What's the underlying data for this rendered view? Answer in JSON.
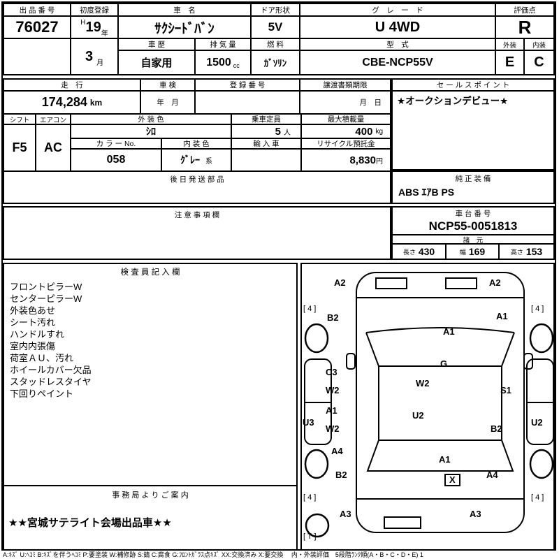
{
  "top": {
    "auction_no_label": "出 品 番 号",
    "auction_no": "76027",
    "first_reg_label": "初度登録",
    "first_reg_era": "H",
    "first_reg_year": "19",
    "first_reg_year_unit": "年",
    "first_reg_month": "3",
    "first_reg_month_unit": "月",
    "car_name_label": "車　名",
    "car_name": "ｻｸｼｰﾄﾞﾊﾞﾝ",
    "door_label": "ドア形状",
    "door": "5V",
    "grade_label": "グ　レ　ー　ド",
    "grade": "U 4WD",
    "score_label": "評価点",
    "score": "R",
    "history_label": "車 歴",
    "history": "自家用",
    "displacement_label": "排 気 量",
    "displacement": "1500",
    "displacement_unit": "cc",
    "fuel_label": "燃 料",
    "fuel": "ｶﾞｿﾘﾝ",
    "model_label": "型　式",
    "model": "CBE-NCP55V",
    "exterior_label": "外装",
    "exterior_score": "E",
    "interior_label": "内装",
    "interior_score": "C"
  },
  "mileage": {
    "label": "走　行",
    "value": "174,284",
    "unit": "km",
    "inspection_label": "車 検",
    "inspection_value": "年　月",
    "reg_no_label": "登 録 番 号",
    "transfer_label": "譲渡書類期限",
    "transfer_value": "月　日"
  },
  "sales_point": {
    "label": "セ ー ル ス ポ イ ン ト",
    "value": "★オークションデビュー★"
  },
  "spec_row": {
    "shift_label": "シフト",
    "shift": "F5",
    "aircon_label": "エアコン",
    "aircon": "AC",
    "ext_color_label": "外 装 色",
    "ext_color": "ｼﾛ",
    "capacity_label": "乗車定員",
    "capacity": "5",
    "capacity_unit": "人",
    "payload_label": "最大積載量",
    "payload": "400",
    "payload_unit": "kg",
    "color_no_label": "カ ラ ー No.",
    "color_no": "058",
    "int_color_label": "内 装 色",
    "int_color": "ｸﾞﾚｰ",
    "int_color_suffix": "系",
    "import_label": "輸 入 車",
    "recycle_label": "リサイクル預託金",
    "recycle_value": "8,830",
    "recycle_unit": "円"
  },
  "later_parts_label": "後 日 発 送 部 品",
  "equipment": {
    "label": "純 正 装 備",
    "value": "ABS ｴｱB PS"
  },
  "notes_label": "注 意 事 項 欄",
  "chassis": {
    "label": "車 台 番 号",
    "value": "NCP55-0051813"
  },
  "dimensions": {
    "label": "諸　元",
    "length_label": "長さ",
    "length": "430",
    "width_label": "幅",
    "width": "169",
    "height_label": "高さ",
    "height": "153"
  },
  "inspector": {
    "label": "検 査 員 記 入 欄",
    "items": [
      "フロントピラーW",
      "センターピラーW",
      "外装色あせ",
      "シート汚れ",
      "ハンドルすれ",
      "室内内張傷",
      "荷室ＡＵ、汚れ",
      "ホイールカバー欠品",
      "スタッドレスタイヤ",
      "下回りペイント"
    ]
  },
  "office": {
    "label": "事 務 局 よ り ご 案 内",
    "message": "★★宮城サテライト会場出品車★★"
  },
  "diagram": {
    "labels": [
      "A2",
      "A2",
      "[ 4 ]",
      "[ 4 ]",
      "B2",
      "A1",
      "A1",
      "C3",
      "G",
      "W2",
      "W2",
      "S1",
      "A1",
      "U2",
      "U3",
      "W2",
      "B2",
      "U2",
      "A4",
      "A1",
      "B2",
      "X",
      "A4",
      "[ 4 ]",
      "[ 4 ]",
      "A3",
      "A3",
      "[ T ]"
    ]
  },
  "legend": "A:ｷｽﾞ U:ﾍｺﾐ B:ｷｽﾞを伴うﾍｺﾐ P:要塗装 W:補修跡 S:錆 C:腐食 G:ﾌﾛﾝﾄｶﾞﾗｽ点ｷｽﾞ XX:交換済み X:要交換　 内・外装評価　5段階ﾗﾝｸ順(A・B・C・D・E) 1"
}
